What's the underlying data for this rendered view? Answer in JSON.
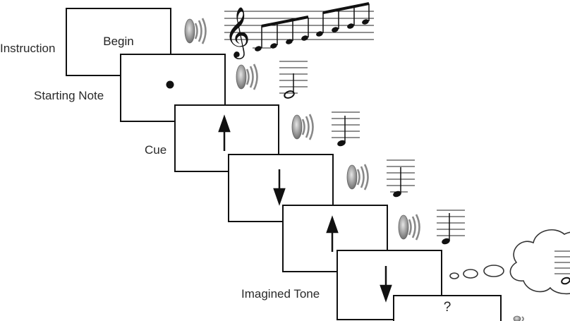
{
  "labels": {
    "instruction": "Instruction",
    "starting_note": "Starting Note",
    "cue": "Cue",
    "imagined_tone": "Imagined Tone"
  },
  "frames": {
    "begin_text": "Begin",
    "question_text": "?"
  },
  "colors": {
    "stroke": "#111111",
    "speaker_body": "#8c8c8c",
    "speaker_highlight": "#d8d8d8",
    "background": "#ffffff"
  },
  "icons": [
    "speaker-icon",
    "treble-clef-icon",
    "music-note-icon",
    "arrow-up-icon",
    "arrow-down-icon",
    "dot-icon",
    "thought-cloud-icon"
  ]
}
